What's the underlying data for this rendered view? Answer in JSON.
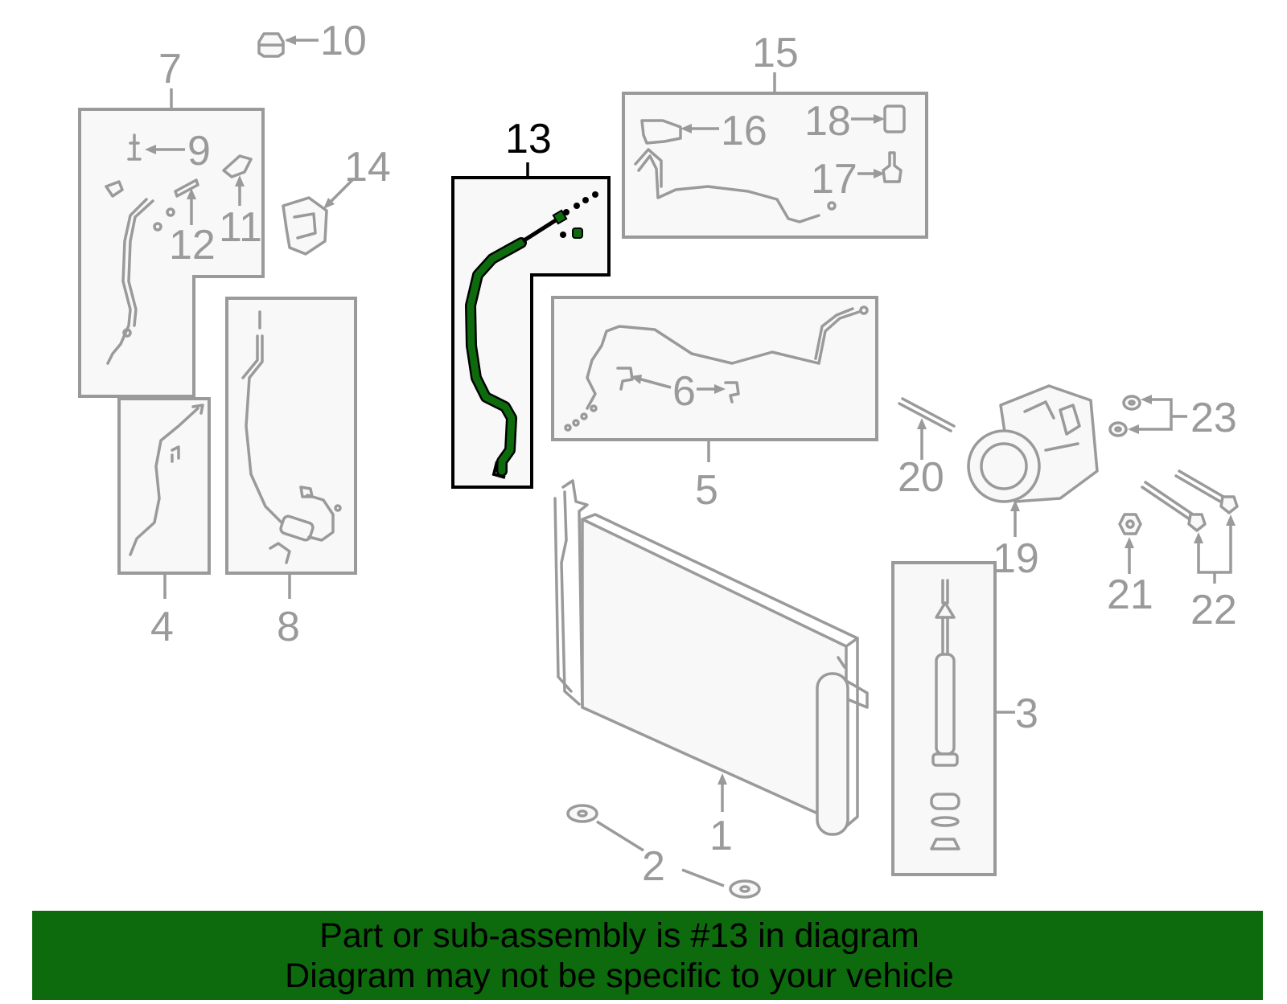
{
  "diagram": {
    "highlight_color": "#0d6b0d",
    "callout_color": "#9a9a9a",
    "callouts": {
      "c1": "1",
      "c2": "2",
      "c3": "3",
      "c4": "4",
      "c5": "5",
      "c6": "6",
      "c7": "7",
      "c8": "8",
      "c9": "9",
      "c10": "10",
      "c11": "11",
      "c12": "12",
      "c13": "13",
      "c14": "14",
      "c15": "15",
      "c16": "16",
      "c17": "17",
      "c18": "18",
      "c19": "19",
      "c20": "20",
      "c21": "21",
      "c22": "22",
      "c23": "23"
    },
    "highlighted_part": "13"
  },
  "banner": {
    "line1": "Part or sub-assembly is #13 in diagram",
    "line2": "Diagram may not be specific to your vehicle",
    "background": "#0d6b0d"
  }
}
